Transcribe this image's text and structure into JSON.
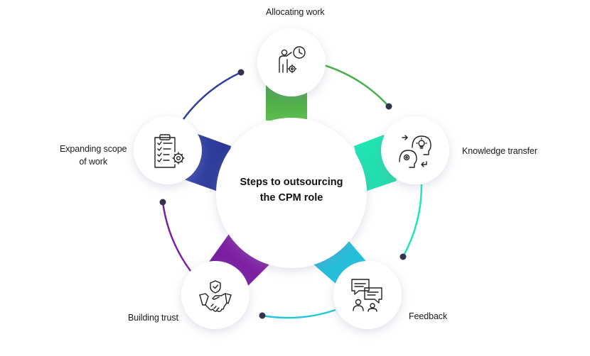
{
  "center": {
    "title_line1": "Steps to outsourcing",
    "title_line2": "the CPM role"
  },
  "steps": [
    {
      "label": "Allocating work",
      "icon": "allocating-work-icon",
      "color": "#4caf50"
    },
    {
      "label": "Knowledge transfer",
      "icon": "knowledge-transfer-icon",
      "color": "#1de9b6"
    },
    {
      "label": "Feedback",
      "icon": "feedback-icon",
      "color": "#26c6da"
    },
    {
      "label": "Building trust",
      "icon": "handshake-icon",
      "color": "#7b1fa2"
    },
    {
      "label_line1": "Expanding scope",
      "label_line2": "of work",
      "icon": "clipboard-gear-icon",
      "color": "#303f9f"
    }
  ],
  "colors": {
    "connector_dot": "#33334d",
    "icon_stroke": "#222222"
  }
}
